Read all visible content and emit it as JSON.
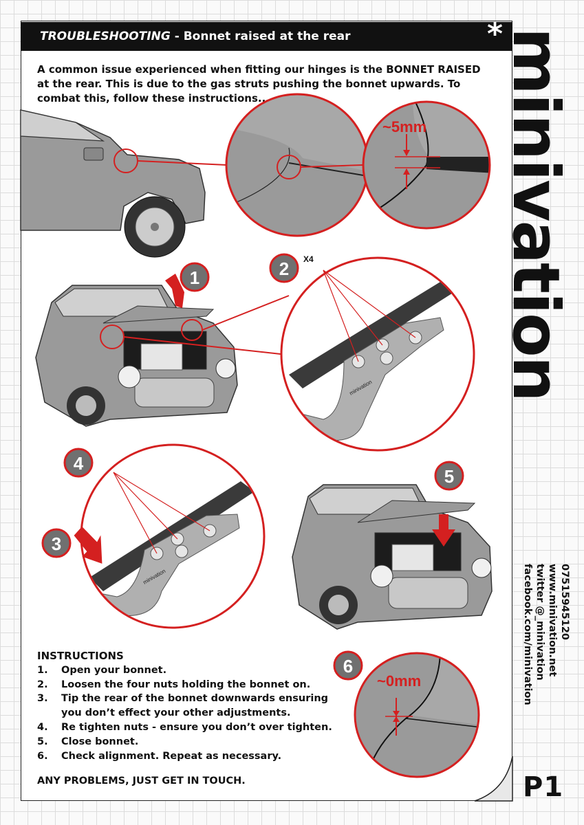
{
  "header": {
    "title_italic": "TROUBLESHOOTING",
    "title_rest": " - Bonnet raised at the rear",
    "symbol": "*"
  },
  "intro": "A common issue experienced when fitting our hinges is the BONNET RAISED at the rear. This is due to the gas struts pushing the bonnet upwards. To combat this, follow these instructions...",
  "measurements": {
    "before": "~5mm",
    "after": "~0mm",
    "nut_count": "X4"
  },
  "steps": {
    "s1": "1",
    "s2": "2",
    "s3": "3",
    "s4": "4",
    "s5": "5",
    "s6": "6"
  },
  "hinge_brand": "minivation",
  "instructions": {
    "heading": "INSTRUCTIONS",
    "items": [
      {
        "num": "1.",
        "text": "Open your bonnet."
      },
      {
        "num": "2.",
        "text": "Loosen the four nuts holding the bonnet on."
      },
      {
        "num": "3.",
        "text": "Tip the rear of the bonnet downwards ensuring you don’t effect your other adjustments."
      },
      {
        "num": "4.",
        "text": "Re tighten nuts - ensure you don’t over tighten."
      },
      {
        "num": "5.",
        "text": "Close bonnet."
      },
      {
        "num": "6.",
        "text": "Check alignment. Repeat as necessary."
      }
    ]
  },
  "closing": "ANY PROBLEMS, JUST GET IN TOUCH.",
  "brand": "minivation",
  "contact": {
    "phone": "07515945120",
    "web": "www.minivation.net",
    "twitter": "twitter @_minivation",
    "facebook": "facebook.com/minivation"
  },
  "page_label": "P1",
  "colors": {
    "accent": "#d42020",
    "car": "#9a9a9a",
    "dark": "#111111"
  }
}
